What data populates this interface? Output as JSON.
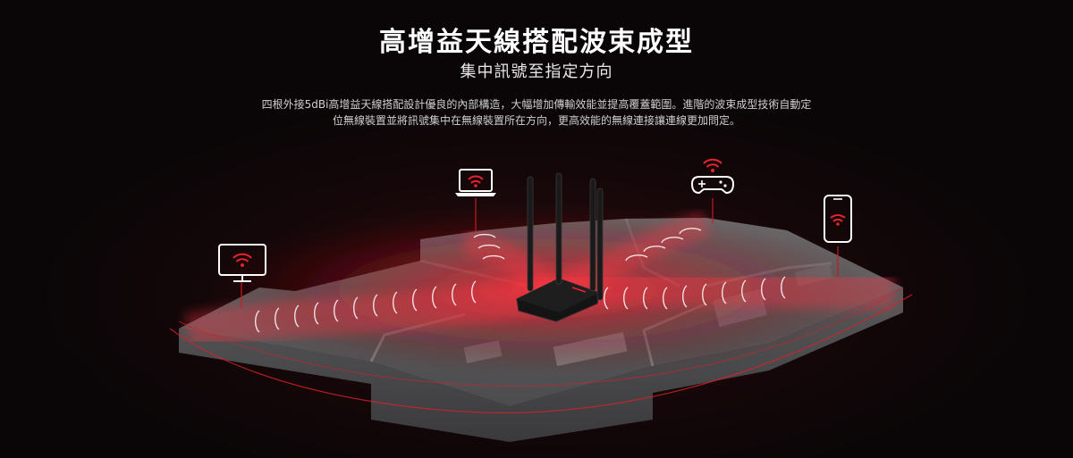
{
  "header": {
    "title": "高增益天線搭配波束成型",
    "subtitle": "集中訊號至指定方向",
    "description_line1": "四根外接5dBi高增益天線搭配設計優良的內部構造，大幅增加傳輸效能並提高覆蓋範圍。進階的波束成型技術自動定",
    "description_line2": "位無線裝置並將訊號集中在無線裝置所在方向，更高效能的無線連接讓連線更加問定。"
  },
  "illustration": {
    "devices": [
      {
        "icon": "monitor-wifi-icon"
      },
      {
        "icon": "laptop-wifi-icon"
      },
      {
        "icon": "gamepad-wifi-icon"
      },
      {
        "icon": "smartphone-wifi-icon"
      }
    ],
    "router_icon": "router-icon",
    "colors": {
      "accent": "#e8232e",
      "glow": "#ff3b45",
      "floor": "#5a5a5c",
      "wall": "#4a4a4c",
      "background": "#0a0607"
    }
  }
}
